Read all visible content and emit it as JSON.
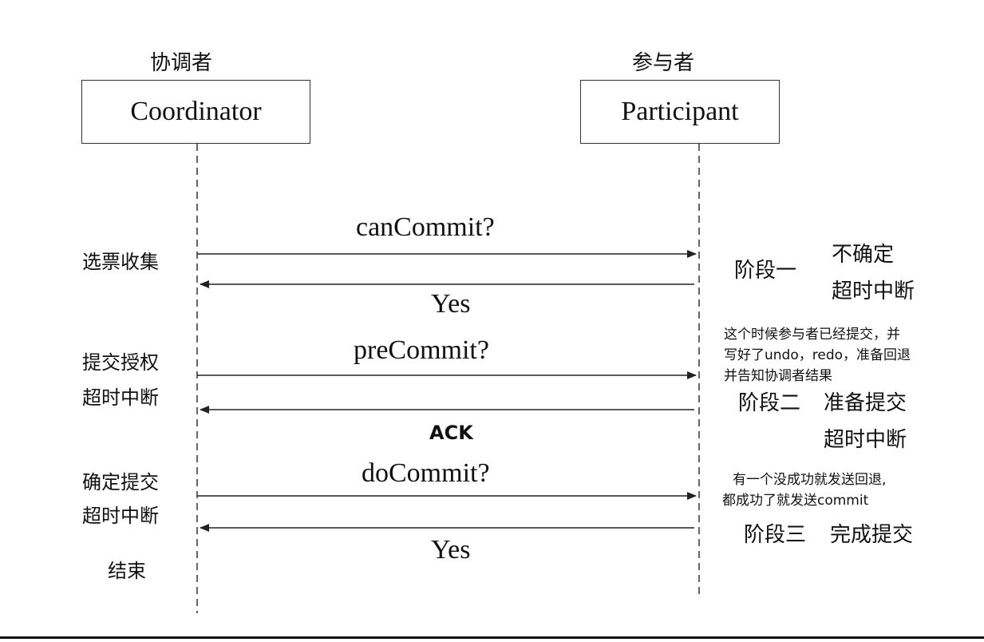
{
  "coordinator": {
    "title_cn": "协调者",
    "box_label": "Coordinator"
  },
  "participant": {
    "title_cn": "参与者",
    "box_label": "Participant"
  },
  "left_notes": {
    "vote": "选票收集",
    "submit_auth": [
      "提交授权",
      "超时中断"
    ],
    "confirm_submit": [
      "确定提交",
      "超时中断"
    ],
    "end": "结束"
  },
  "messages": {
    "can_commit": "canCommit?",
    "yes1": "Yes",
    "pre_commit": "preCommit?",
    "ack": "ACK",
    "do_commit": "doCommit?",
    "yes2": "Yes"
  },
  "phases": {
    "phase1": {
      "name": "阶段一",
      "desc": [
        "不确定",
        "超时中断"
      ]
    },
    "phase2": {
      "note": [
        "这个时候参与者已经提交，并",
        "写好了undo，redo，准备回退",
        "并告知协调者结果"
      ],
      "name": "阶段二",
      "desc": [
        "准备提交",
        "超时中断"
      ]
    },
    "phase3": {
      "note": [
        "有一个没成功就发送回退,",
        "都成功了就发送commit"
      ],
      "name": "阶段三",
      "desc": [
        "完成提交"
      ]
    }
  }
}
